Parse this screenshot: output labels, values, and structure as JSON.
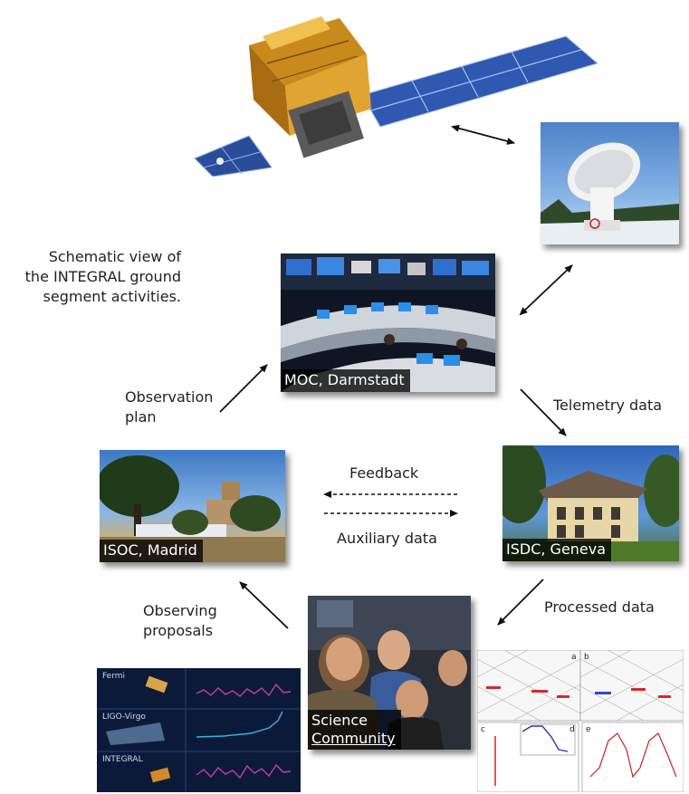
{
  "caption": {
    "line1": "Schematic view of",
    "line2": "the INTEGRAL ground",
    "line3": "segment activities."
  },
  "nodes": {
    "moc": "MOC, Darmstadt",
    "isoc": "ISOC, Madrid",
    "isdc": "ISDC, Geneva",
    "science_line1": "Science",
    "science_line2": "Community"
  },
  "flows": {
    "observation_plan_1": "Observation",
    "observation_plan_2": "plan",
    "telemetry": "Telemetry data",
    "feedback": "Feedback",
    "auxiliary": "Auxiliary data",
    "processed": "Processed data",
    "proposals_1": "Observing",
    "proposals_2": "proposals"
  },
  "multimessenger_panel": {
    "row1": "Fermi",
    "row2": "LIGO-Virgo",
    "row3": "INTEGRAL"
  },
  "figure_panel_letters": [
    "a",
    "b",
    "c",
    "d",
    "e"
  ]
}
